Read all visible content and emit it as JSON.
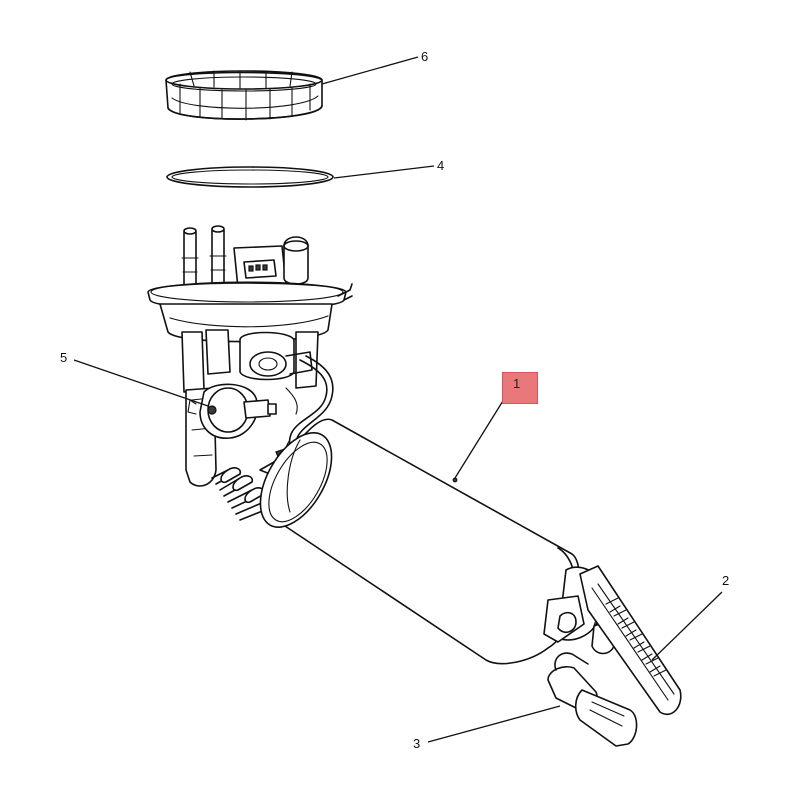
{
  "callouts": {
    "c1": "1",
    "c2": "2",
    "c3": "3",
    "c4": "4",
    "c5": "5",
    "c6": "6"
  },
  "colors": {
    "highlight_fill": "#e8787a",
    "highlight_border": "#d9545a",
    "line": "#111111",
    "background": "#ffffff"
  }
}
